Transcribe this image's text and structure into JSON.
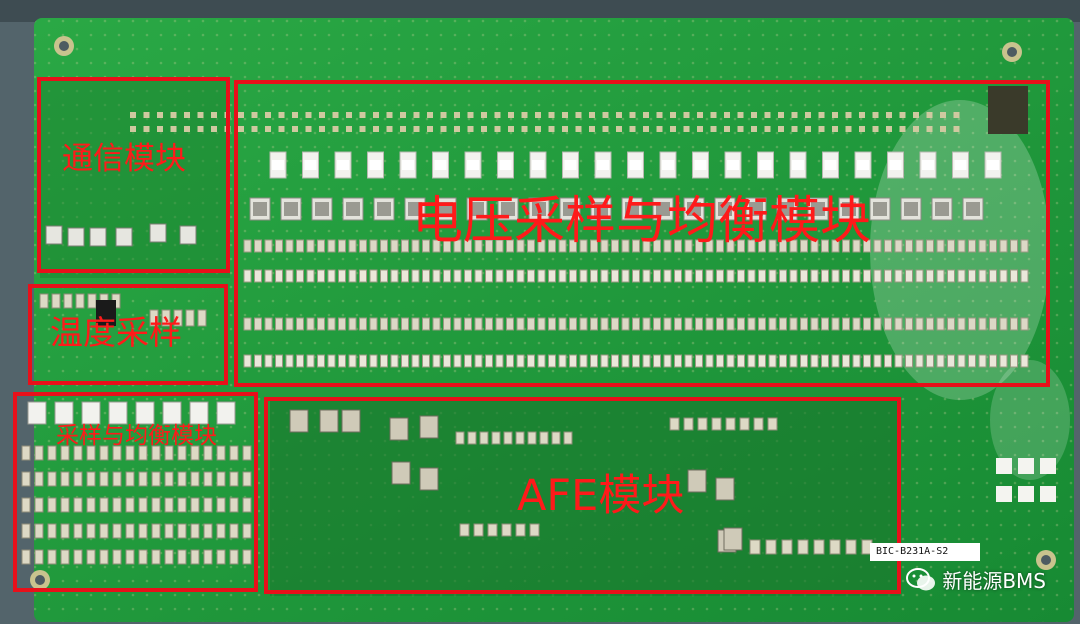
{
  "photo": {
    "board_color": "#1f9a3a",
    "box_color": "#e8101a",
    "label_color": "#ff1a1a"
  },
  "regions": [
    {
      "id": "communication-module",
      "label": "通信模块"
    },
    {
      "id": "voltage-sampling-balancing-module",
      "label": "电压采样与均衡模块"
    },
    {
      "id": "temperature-sampling",
      "label": "温度采样"
    },
    {
      "id": "sampling-balancing-module",
      "label": "采样与均衡模块"
    },
    {
      "id": "afe-module",
      "label": "AFE模块"
    }
  ],
  "pcb_marking": "BIC-B231A-S2",
  "watermark": {
    "text": "新能源BMS",
    "icon": "wechat-icon"
  }
}
